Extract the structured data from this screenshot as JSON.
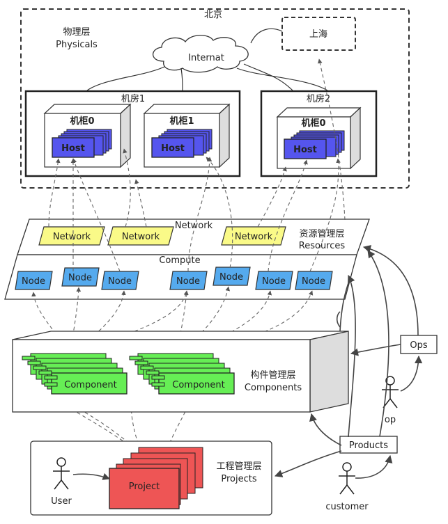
{
  "physical": {
    "region": "北京",
    "label_cn": "物理层",
    "label_en": "Physicals"
  },
  "shanghai": "上海",
  "internet": "Internat",
  "rooms": [
    {
      "name": "机房1",
      "cabinets": [
        {
          "name": "机柜0",
          "host": "Host"
        },
        {
          "name": "机柜1",
          "host": "Host"
        }
      ]
    },
    {
      "name": "机房2",
      "cabinets": [
        {
          "name": "机柜0",
          "host": "Host"
        }
      ]
    }
  ],
  "resources": {
    "label_cn": "资源管理层",
    "label_en": "Resources",
    "network_title": "Network",
    "networks": [
      "Network",
      "Network",
      "Network"
    ],
    "compute_title": "Compute",
    "nodes": [
      "Node",
      "Node",
      "Node",
      "Node",
      "Node",
      "Node",
      "Node"
    ]
  },
  "components": {
    "label_cn": "构件管理层",
    "label_en": "Components",
    "items": [
      "Component",
      "Component"
    ]
  },
  "projects": {
    "label_cn": "工程管理层",
    "label_en": "Projects",
    "item": "Project"
  },
  "actors": {
    "user": "User",
    "op": "op",
    "customer": "customer"
  },
  "boxes": {
    "ops": "Ops",
    "products": "Products"
  },
  "colors": {
    "host": "#5555ee",
    "network": "#fafa88",
    "node": "#55aaee",
    "component": "#66ee55",
    "project": "#ee5555",
    "cabinet_side": "#dddddd"
  }
}
